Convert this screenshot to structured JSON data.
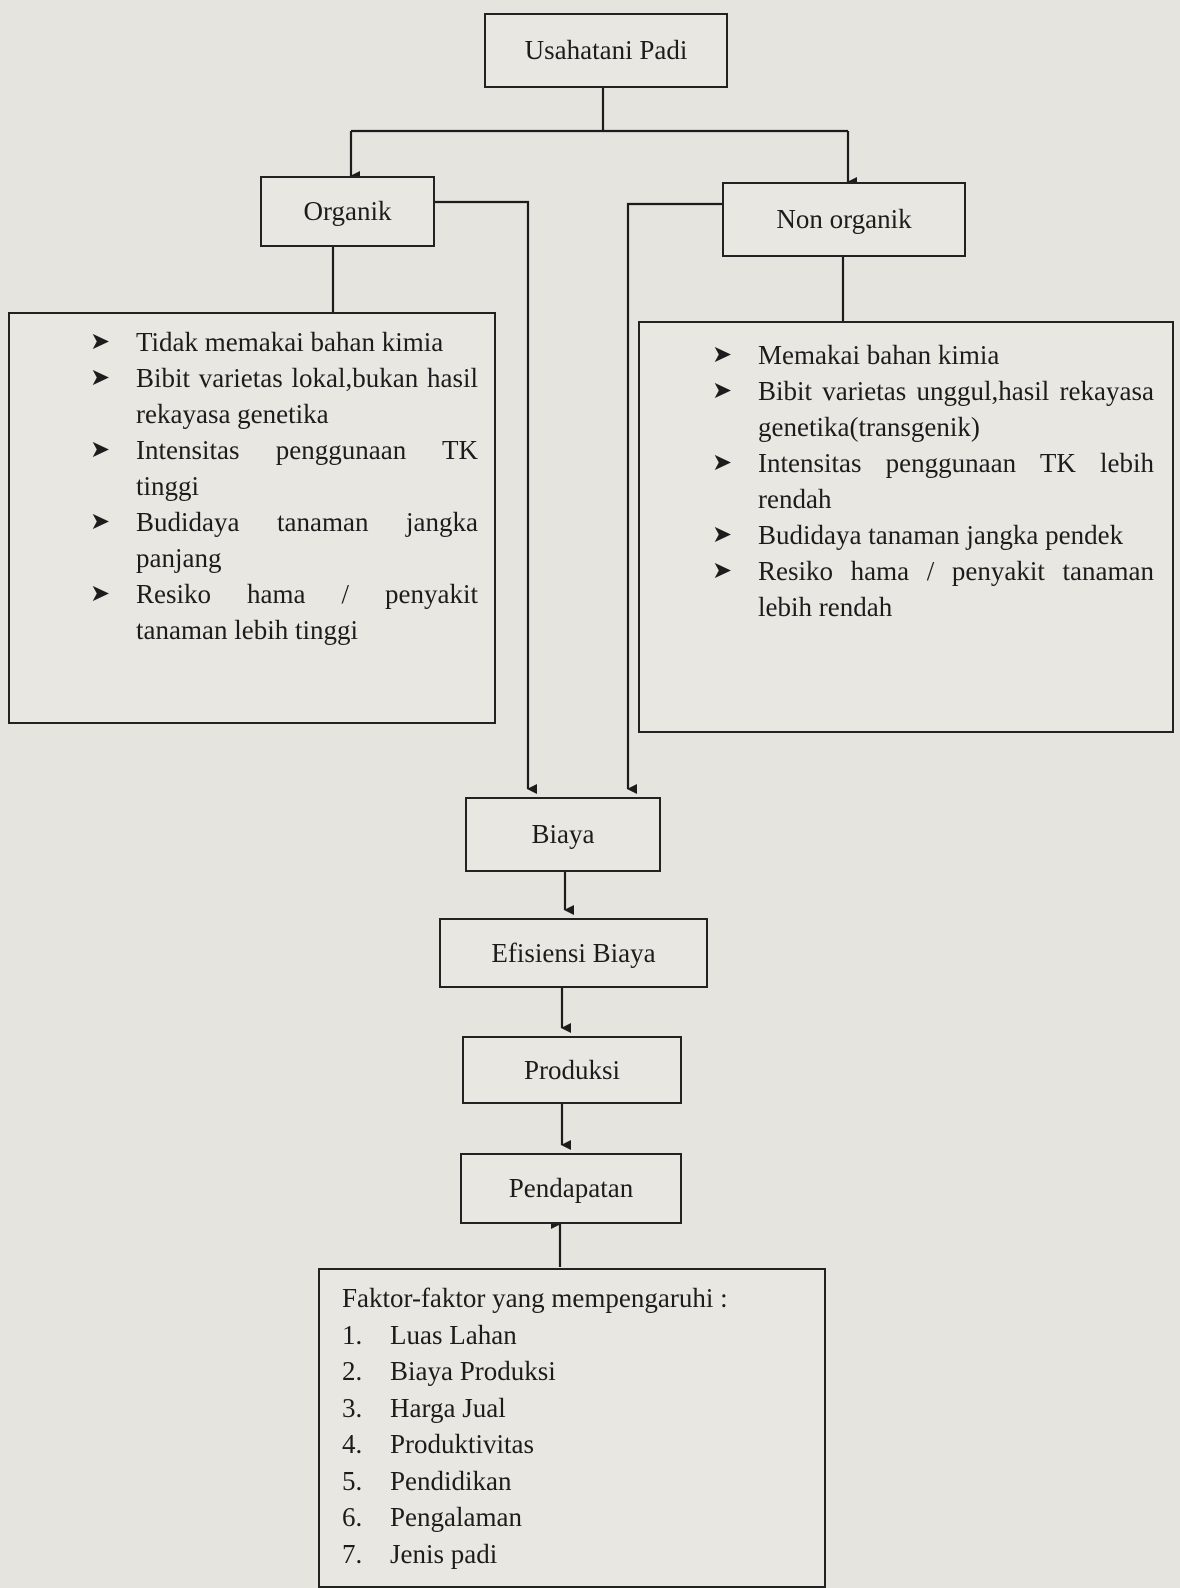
{
  "nodes": {
    "root": "Usahatani Padi",
    "organic": "Organik",
    "non_organic": "Non organik",
    "cost": "Biaya",
    "cost_efficiency": "Efisiensi Biaya",
    "production": "Produksi",
    "income": "Pendapatan"
  },
  "organic_traits": [
    "Tidak memakai bahan kimia",
    "Bibit varietas lokal,bukan hasil rekayasa genetika",
    "Intensitas penggunaan TK tinggi",
    "Budidaya tanaman jangka panjang",
    "Resiko hama / penyakit tanaman lebih tinggi"
  ],
  "non_organic_traits": [
    "Memakai bahan kimia",
    "Bibit varietas unggul,hasil rekayasa genetika(transgenik)",
    "Intensitas penggunaan TK lebih rendah",
    "Budidaya tanaman jangka pendek",
    "Resiko hama / penyakit tanaman lebih rendah"
  ],
  "bullet_glyph": "➤",
  "factors": {
    "heading": "Faktor-faktor yang mempengaruhi :",
    "items": [
      {
        "num": "1.",
        "label": "Luas Lahan"
      },
      {
        "num": "2.",
        "label": "Biaya Produksi"
      },
      {
        "num": "3.",
        "label": "Harga Jual"
      },
      {
        "num": "4.",
        "label": "Produktivitas"
      },
      {
        "num": "5.",
        "label": "Pendidikan"
      },
      {
        "num": "6.",
        "label": "Pengalaman"
      },
      {
        "num": "7.",
        "label": "Jenis padi"
      }
    ]
  }
}
